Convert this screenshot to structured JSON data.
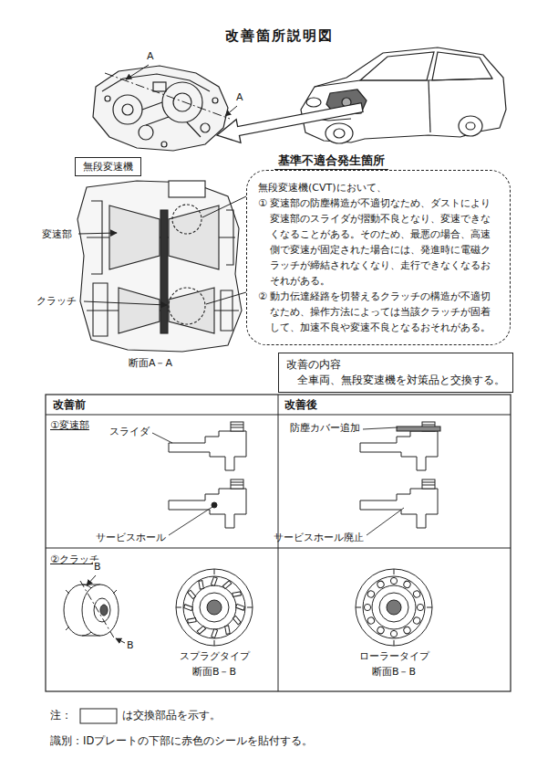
{
  "diagram": {
    "title": "改善箇所説明図",
    "nodes": [
      {
        "text": [
          "無段変速機"
        ]
      },
      {
        "text": [
          "基準不適合発生箇所",
          "無段変速機(CVT)において、",
          "① 変速部の防塵構造が不適切なため、ダストにより変速部のスライダが摺動不良となり、変速できなくなることがある。そのため、最悪の場合、高速側で変速が固定された場合には、発進時に電磁クラッチが締結されなくなり、走行できなくなるおそれがある。",
          "② 動力伝達経路を切替えるクラッチの構造が不適切なため、操作方法によっては当該クラッチが固着して、加速不良や変速不良となるおそれがある。"
        ]
      },
      {
        "text": [
          "改善の内容",
          "全車両、無段変速機を対策品と交換する。"
        ]
      }
    ],
    "labels": [
      "A",
      "A",
      "変速部",
      "クラッチ",
      "断面A－A",
      "改善前",
      "改善後",
      "①変速部",
      "スライダ",
      "サービスホール",
      "防塵カバー追加",
      "サービスホール廃止",
      "②クラッチ",
      "B",
      "B",
      "スプラグタイプ",
      "断面B－B",
      "ローラータイプ",
      "断面B－B",
      "注：",
      "は交換部品を示す。",
      "識別：IDプレートの下部に赤色のシールを貼付する。"
    ]
  }
}
